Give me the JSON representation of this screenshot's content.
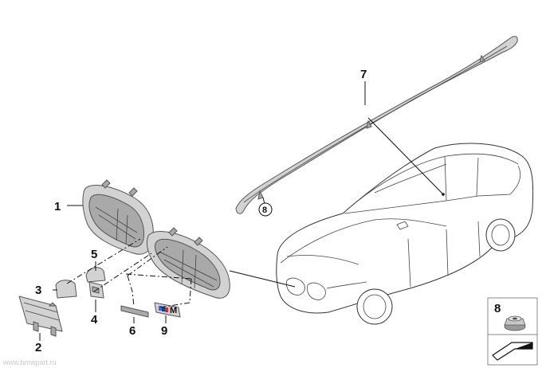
{
  "callouts": {
    "c1": "1",
    "c2": "2",
    "c3": "3",
    "c4": "4",
    "c5": "5",
    "c6": "6",
    "c7": "7",
    "c8_circle": "8",
    "c8_box": "8",
    "c9": "9"
  },
  "badge_text": "M",
  "watermark": "www.bmwpart.ru"
}
